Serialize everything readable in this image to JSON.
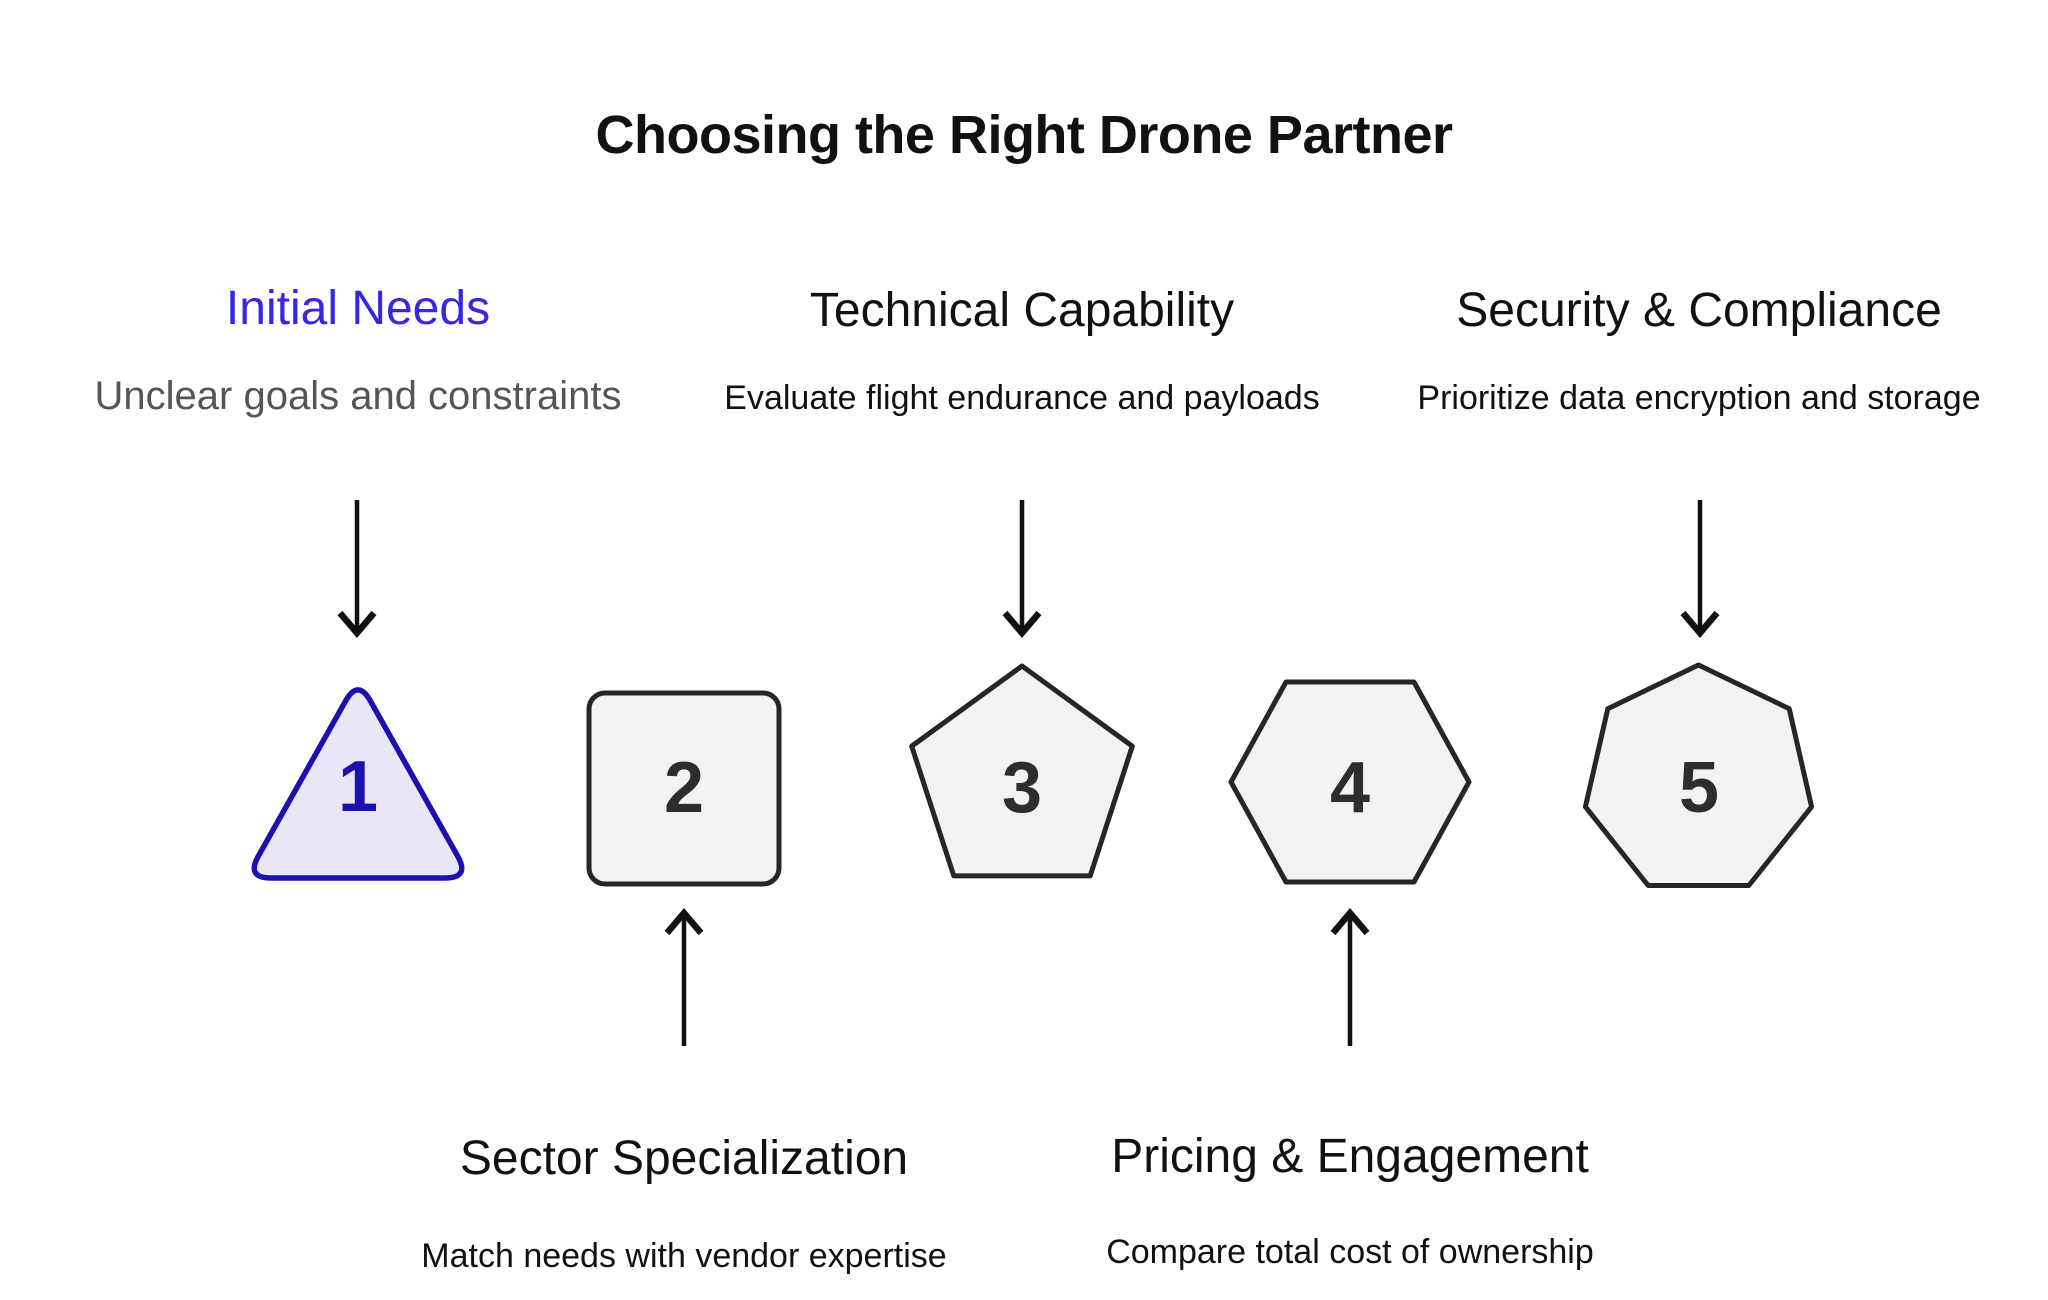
{
  "title": "Choosing the Right Drone Partner",
  "colors": {
    "accent": "#3726e3",
    "ink": "#111111",
    "muted": "#555555",
    "shape_fill": "#f2f2f2",
    "shape_stroke": "#262626",
    "active_fill": "#ebe5f8",
    "active_stroke": "#1c10b0",
    "number_ink": "#2d2d2d"
  },
  "steps": [
    {
      "number": "1",
      "label": "Initial Needs",
      "description": "Unclear goals and constraints",
      "shape": "triangle",
      "label_position": "top",
      "active": true
    },
    {
      "number": "2",
      "label": "Sector Specialization",
      "description": "Match needs with vendor expertise",
      "shape": "square",
      "label_position": "bottom",
      "active": false
    },
    {
      "number": "3",
      "label": "Technical Capability",
      "description": "Evaluate flight endurance and payloads",
      "shape": "pentagon",
      "label_position": "top",
      "active": false
    },
    {
      "number": "4",
      "label": "Pricing & Engagement",
      "description": "Compare total cost of ownership",
      "shape": "hexagon",
      "label_position": "bottom",
      "active": false
    },
    {
      "number": "5",
      "label": "Security & Compliance",
      "description": "Prioritize data encryption and storage",
      "shape": "heptagon",
      "label_position": "top",
      "active": false
    }
  ]
}
